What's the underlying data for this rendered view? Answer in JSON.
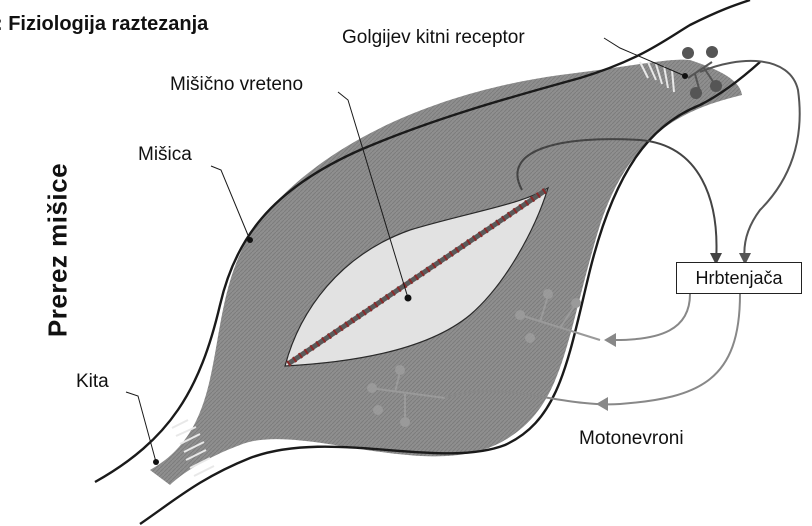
{
  "title": ": Fiziologija raztezanja",
  "vertical_label": "Prerez mišice",
  "labels": {
    "golgi": "Golgijev kitni receptor",
    "spindle": "Mišično vreteno",
    "muscle": "Mišica",
    "tendon": "Kita",
    "spinal_cord": "Hrbtenjača",
    "motoneurons": "Motonevroni"
  },
  "colors": {
    "muscle_fill": "#8c8c8c",
    "spindle_fill": "#e2e2e2",
    "outline": "#1a1a1a",
    "nerve": "#555555",
    "neuron_faint": "#9a9a9a",
    "spindle_fiber_red": "#8a2a2a"
  }
}
